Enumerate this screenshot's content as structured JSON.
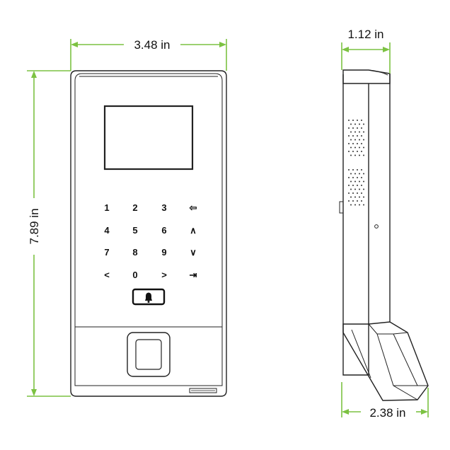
{
  "dimensions": {
    "width": "3.48 in",
    "height": "7.89 in",
    "depth_top": "1.12 in",
    "depth_bottom": "2.38 in"
  },
  "keypad": {
    "keys": [
      "1",
      "2",
      "3",
      "⇦",
      "4",
      "5",
      "6",
      "∧",
      "7",
      "8",
      "9",
      "∨",
      "<",
      "0",
      ">",
      "⇥"
    ],
    "key_icons": {
      "k4": "menu-icon",
      "k8": "up-chevron-icon",
      "k12": "down-chevron-icon",
      "k16": "ok-icon"
    }
  },
  "icons": {
    "bell": "bell-icon",
    "fingerprint": "fingerprint-sensor-icon"
  },
  "colors": {
    "dimension_line": "#7cc242",
    "outline": "#222222"
  }
}
